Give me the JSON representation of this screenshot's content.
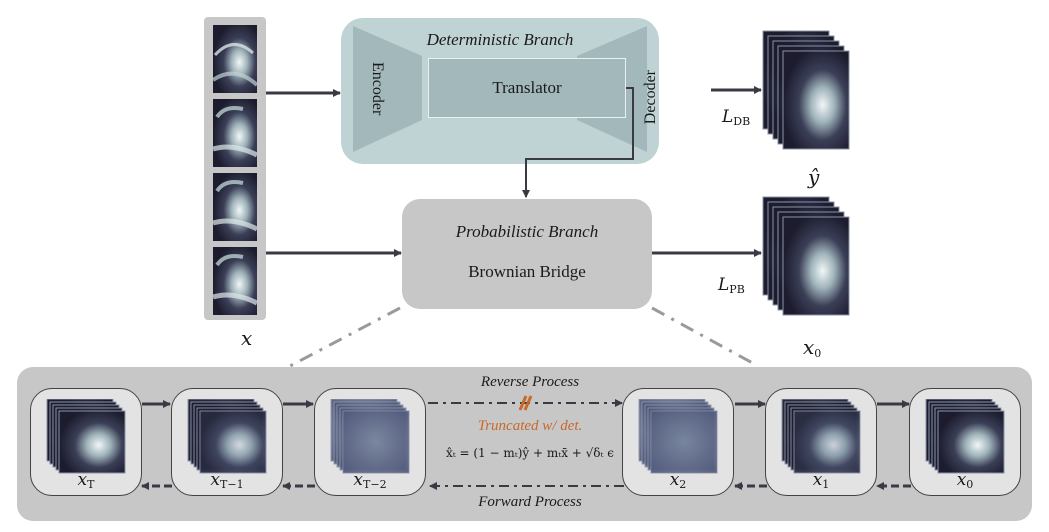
{
  "diagram": {
    "deterministic_branch": {
      "title": "Deterministic Branch",
      "encoder": "Encoder",
      "translator": "Translator",
      "decoder": "Decoder",
      "fill_color": "#bfd3d4"
    },
    "probabilistic_branch": {
      "title": "Probabilistic Branch",
      "subtitle": "Brownian Bridge",
      "fill_color": "#c8c7c8"
    },
    "input": {
      "label": "x",
      "frame_count": 4
    },
    "outputs": {
      "deterministic": {
        "label": "ŷ",
        "loss_main": "L",
        "loss_sub": "DB"
      },
      "probabilistic": {
        "label": "x",
        "label_sub": "0",
        "loss_main": "L",
        "loss_sub": "PB"
      }
    },
    "process": {
      "reverse_label": "Reverse Process",
      "forward_label": "Forward Process",
      "truncated_label": "Truncated w/ det.",
      "truncated_color": "#c7692a",
      "equation": "x̂ₜ = (1 − mₜ)ŷ + mₜx̄ + √δₜ ϵ",
      "nodes": [
        {
          "main": "x",
          "sub": "T",
          "noise": 0.0
        },
        {
          "main": "x",
          "sub": "T−1",
          "noise": 0.35
        },
        {
          "main": "x",
          "sub": "T−2",
          "noise": 0.7
        },
        {
          "main": "x",
          "sub": "2",
          "noise": 0.75
        },
        {
          "main": "x",
          "sub": "1",
          "noise": 0.45
        },
        {
          "main": "x",
          "sub": "0",
          "noise": 0.0
        }
      ]
    }
  }
}
